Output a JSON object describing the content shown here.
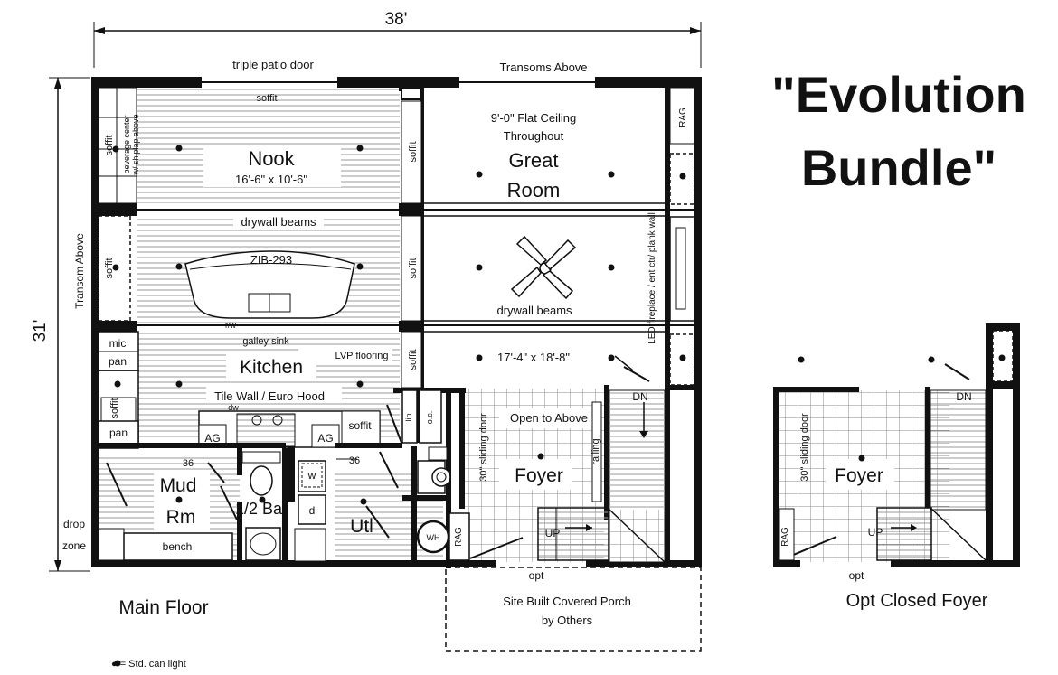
{
  "title": {
    "line1": "\"Evolution",
    "line2": "Bundle\""
  },
  "dimensions": {
    "width": "38'",
    "depth": "31'"
  },
  "captions": {
    "main_floor": "Main Floor",
    "opt_closed_foyer": "Opt Closed Foyer",
    "legend": "● = Std. can light"
  },
  "labels": {
    "triple_patio_door": "triple patio door",
    "soffit": "soffit",
    "transoms_above": "Transoms Above",
    "transom_above": "Transom Above",
    "beverage_center": "beverage center",
    "shiplap_above": "w/ shiplap above",
    "nook": "Nook",
    "nook_size": "16'-6\" x 10'-6\"",
    "flat_ceiling": "9'-0\" Flat Ceiling",
    "throughout": "Throughout",
    "great": "Great",
    "room": "Room",
    "rag": "RAG",
    "drywall_beams": "drywall beams",
    "zib": "ZIB-293",
    "led_fireplace": "LED fireplace / ent ctr/ plank wall",
    "rw": "r/w",
    "galley_sink": "galley sink",
    "lvp_flooring": "LVP flooring",
    "mic": "mic",
    "pan": "pan",
    "kitchen": "Kitchen",
    "tile_wall": "Tile Wall / Euro Hood",
    "great_size": "17'-4\" x 18'-8\"",
    "dw": "dw",
    "ag": "AG",
    "dn": "DN",
    "open_to_above": "Open to Above",
    "lin": "lin",
    "oc": "o.c.",
    "sliding_door": "30\" sliding door",
    "railing": "railing",
    "foyer": "Foyer",
    "n36": "36",
    "mud": "Mud",
    "rm": "Rm",
    "half_ba": "1/2 Ba",
    "w": "w",
    "d": "d",
    "utl": "Utl",
    "wh": "WH",
    "drop": "drop",
    "zone": "zone",
    "bench": "bench",
    "up": "UP",
    "opt": "opt",
    "porch1": "Site Built Covered Porch",
    "porch2": "by Others"
  }
}
